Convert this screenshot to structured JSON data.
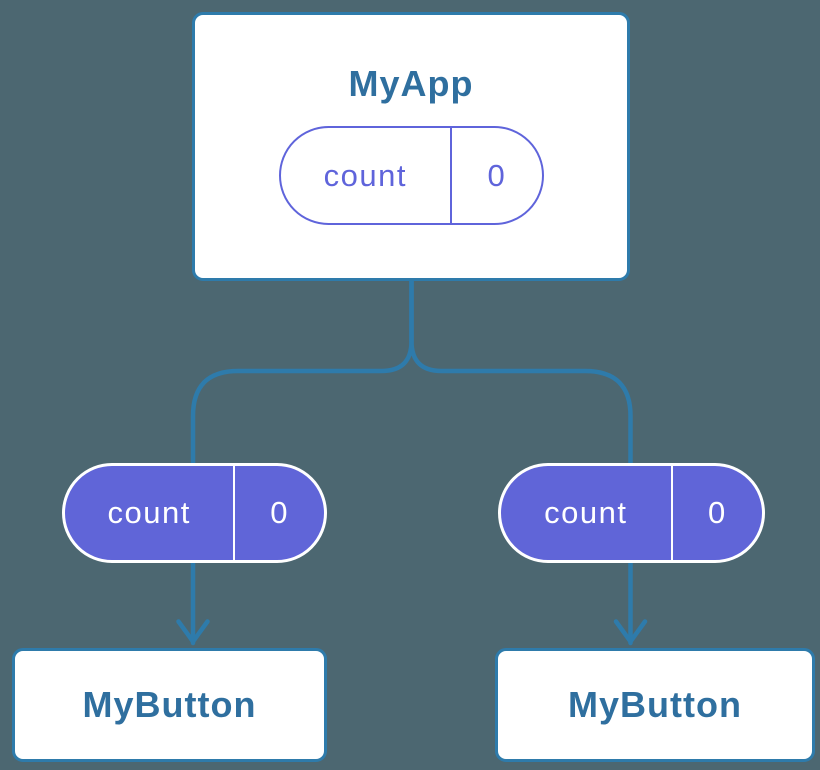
{
  "colors": {
    "background": "#4C6771",
    "connector": "#2E7BAB",
    "card_border": "#2E7BAB",
    "card_background": "#FFFFFF",
    "component_title_text": "#2F6F9F",
    "state_pill_fill": "#6065D8",
    "state_pill_outline": "#5F64DB",
    "state_pill_light_text": "#FFFFFF"
  },
  "root": {
    "title": "MyApp",
    "state": {
      "name": "count",
      "value": "0"
    }
  },
  "children": [
    {
      "title": "MyButton",
      "state": {
        "name": "count",
        "value": "0"
      }
    },
    {
      "title": "MyButton",
      "state": {
        "name": "count",
        "value": "0"
      }
    }
  ]
}
